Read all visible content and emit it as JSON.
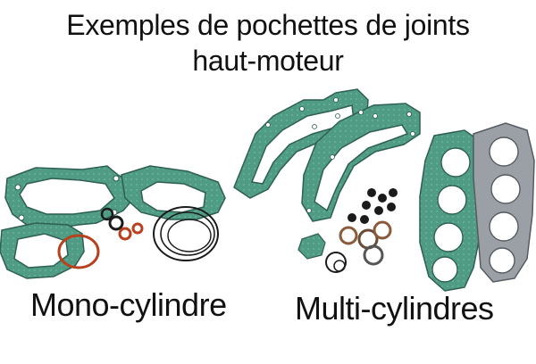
{
  "title": {
    "line1": "Exemples de pochettes de joints",
    "line2": "haut-moteur"
  },
  "labels": {
    "mono": "Mono-cylindre",
    "multi": "Multi-cylindres"
  },
  "colors": {
    "gasket_fill": "#4f9b84",
    "gasket_stroke": "#2e5f52",
    "steel": "#9aa0a6",
    "oring_black": "#1b1b1b",
    "seal_orange": "#b8401e"
  }
}
